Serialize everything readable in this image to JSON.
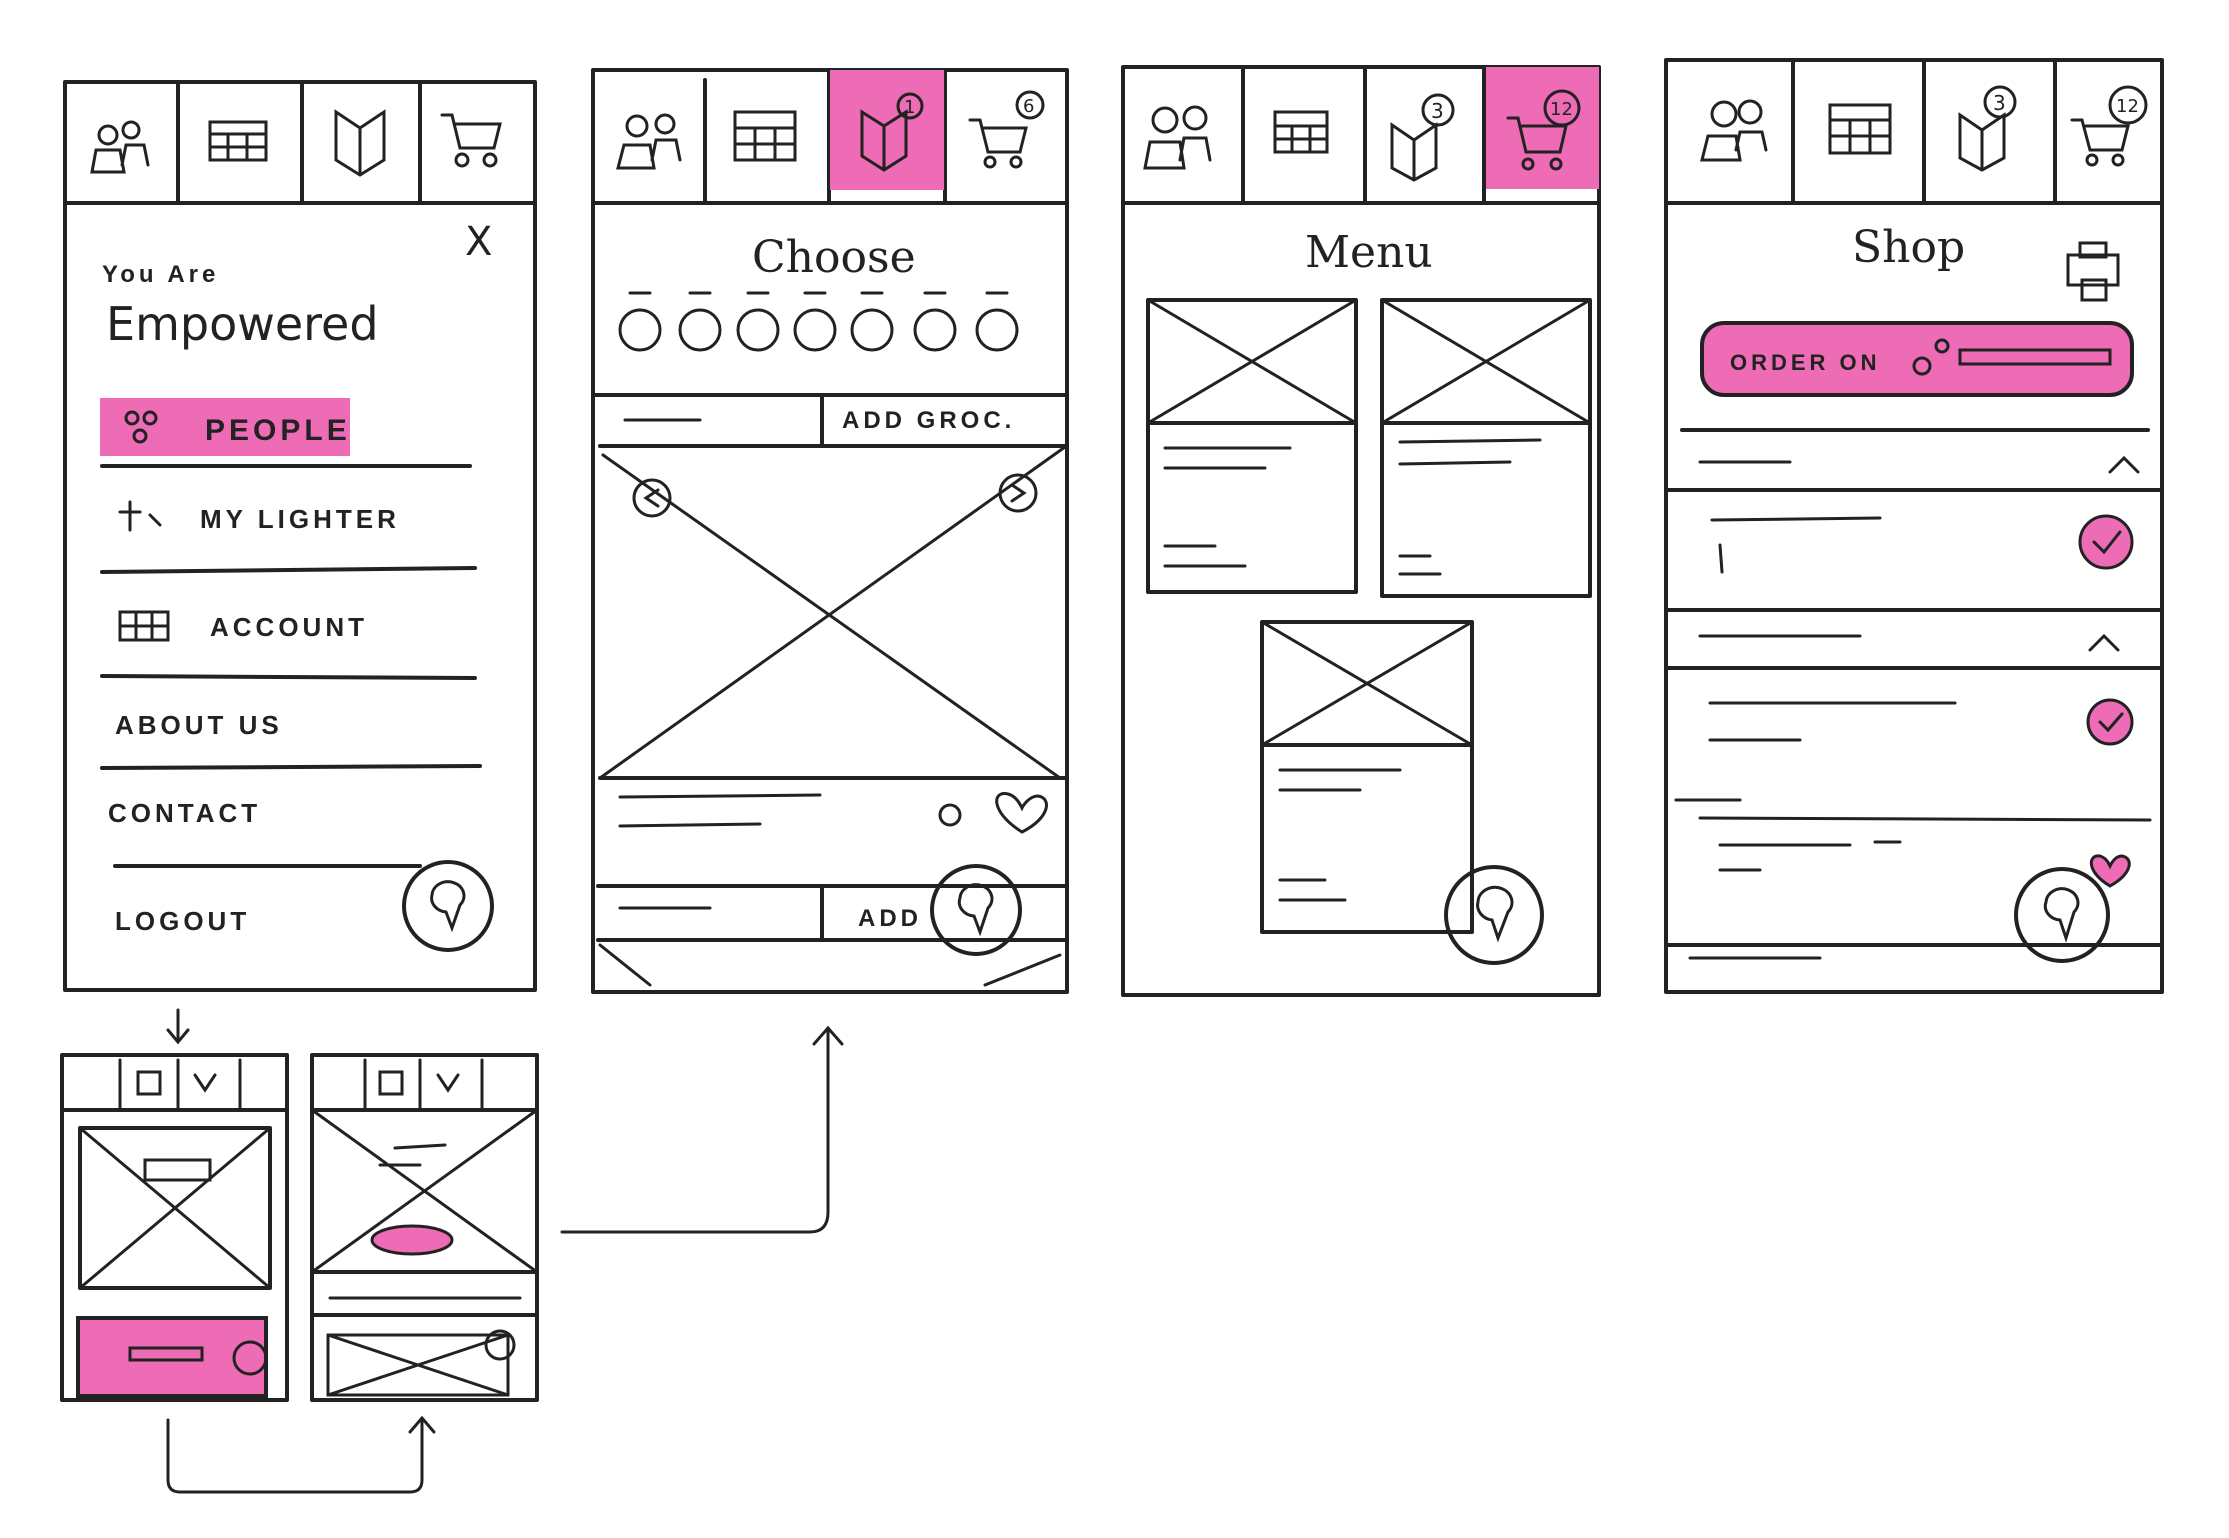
{
  "colors": {
    "ink": "#222222",
    "highlight": "#ee6bb6",
    "paper": "#ffffff"
  },
  "screen1": {
    "tabs": [
      "people-icon",
      "calendar-icon",
      "map-icon",
      "cart-icon"
    ],
    "close": "X",
    "heading_line1": "You Are",
    "heading_line2": "Empowered",
    "menu": {
      "people": "PEOPLE",
      "my_lighter": "MY LIGHTER",
      "account": "ACCOUNT",
      "about": "ABOUT US",
      "contact": "CONTACT",
      "logout": "LOGOUT"
    }
  },
  "screen2": {
    "tabs": [
      "people-icon",
      "calendar-icon",
      "map-icon",
      "cart-icon"
    ],
    "map_badge": "1",
    "cart_badge": "6",
    "title": "Choose",
    "add_grocery": "ADD GROC.",
    "add_short": "ADD"
  },
  "screen3": {
    "title": "Menu",
    "map_badge": "3",
    "cart_badge": "12"
  },
  "screen4": {
    "title": "Shop",
    "map_badge": "3",
    "cart_badge": "12",
    "order_button": "ORDER ON"
  }
}
